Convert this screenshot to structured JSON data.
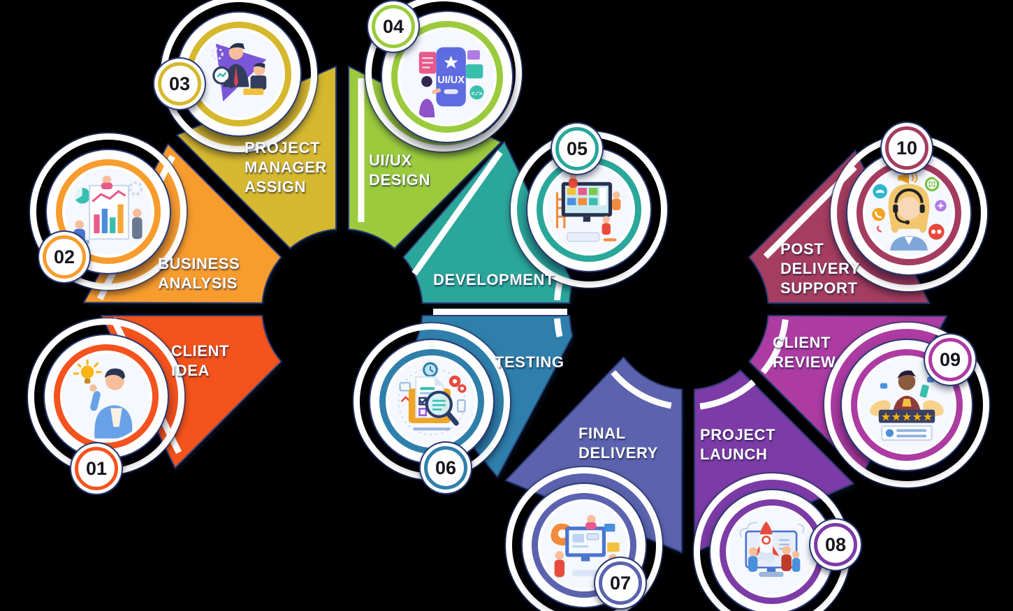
{
  "background_color": "#000000",
  "outline_color": "#2A3A72",
  "label_text_color": "#FFFFFF",
  "number_text_color": "#16161E",
  "steps": [
    {
      "id": "client-idea",
      "number": "01",
      "label": "CLIENT IDEA",
      "label_lines": [
        "CLIENT",
        "IDEA"
      ],
      "color": "#F4531F",
      "icon": "idea-person-illustration"
    },
    {
      "id": "business-analysis",
      "number": "02",
      "label": "BUSINESS ANALYSIS",
      "label_lines": [
        "BUSINESS",
        "ANALYSIS"
      ],
      "color": "#F89C2D",
      "icon": "charts-whiteboard-illustration"
    },
    {
      "id": "project-manager-assign",
      "number": "03",
      "label": "PROJECT MANAGER ASSIGN",
      "label_lines": [
        "PROJECT",
        "MANAGER",
        "ASSIGN"
      ],
      "color": "#D6B82E",
      "icon": "manager-team-illustration"
    },
    {
      "id": "uiux-design",
      "number": "04",
      "label": "UI/UX DESIGN",
      "label_lines": [
        "UI/UX",
        "DESIGN"
      ],
      "color": "#9BCB3D",
      "icon": "uiux-screen-illustration",
      "screen_text": "UI/UX"
    },
    {
      "id": "development",
      "number": "05",
      "label": "DEVELOPMENT",
      "label_lines": [
        "DEVELOPMENT"
      ],
      "color": "#29A79A",
      "icon": "developers-screen-illustration"
    },
    {
      "id": "testing",
      "number": "06",
      "label": "TESTING",
      "label_lines": [
        "TESTING"
      ],
      "color": "#2F7FAB",
      "icon": "checklist-magnifier-illustration"
    },
    {
      "id": "final-delivery",
      "number": "07",
      "label": "FINAL DELIVERY",
      "label_lines": [
        "FINAL",
        "DELIVERY"
      ],
      "color": "#5C63AE",
      "icon": "delivery-monitor-illustration"
    },
    {
      "id": "project-launch",
      "number": "08",
      "label": "PROJECT LAUNCH",
      "label_lines": [
        "PROJECT",
        "LAUNCH"
      ],
      "color": "#7C3BA6",
      "icon": "rocket-launch-illustration"
    },
    {
      "id": "client-review",
      "number": "09",
      "label": "CLIENT REVIEW",
      "label_lines": [
        "CLIENT",
        "REVIEW"
      ],
      "color": "#AC3BA2",
      "icon": "five-stars-review-illustration"
    },
    {
      "id": "post-delivery-support",
      "number": "10",
      "label": "POST DELIVERY SUPPORT",
      "label_lines": [
        "POST",
        "DELIVERY",
        "SUPPORT"
      ],
      "color": "#A43C5F",
      "icon": "support-agent-illustration"
    }
  ]
}
